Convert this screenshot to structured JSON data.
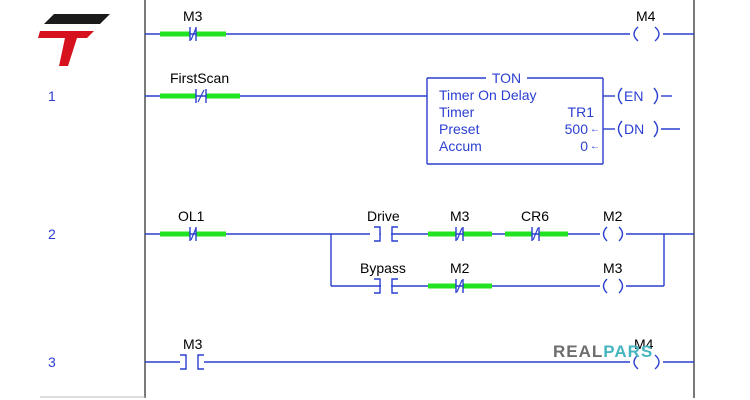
{
  "logo": {
    "name": "realpars-t-logo",
    "colors": {
      "red": "#d6121f",
      "dark": "#1a1a1a"
    }
  },
  "colors": {
    "energized": "#22e322",
    "wire": "#2b3fd0",
    "rail": "#7a7a7a",
    "text": "#000000"
  },
  "brand": {
    "part1": "REAL",
    "part2": "PARS"
  },
  "rungs": [
    {
      "number": "",
      "input": {
        "tag": "M3",
        "type": "XIO",
        "energized": true
      },
      "output": {
        "tag": "M4",
        "type": "OTE"
      }
    },
    {
      "number": "1",
      "input": {
        "tag": "FirstScan",
        "type": "XIO",
        "energized": true
      },
      "timer": {
        "header": "TON",
        "title": "Timer On Delay",
        "rows": [
          {
            "label": "Timer",
            "value": "TR1"
          },
          {
            "label": "Preset",
            "value": "500"
          },
          {
            "label": "Accum",
            "value": "0"
          }
        ],
        "outputs": [
          "EN",
          "DN"
        ]
      }
    },
    {
      "number": "2",
      "input": {
        "tag": "OL1",
        "type": "XIO",
        "energized": true
      },
      "branch_top": [
        {
          "tag": "Drive",
          "type": "XIC",
          "energized": false
        },
        {
          "tag": "M3",
          "type": "XIO",
          "energized": true
        },
        {
          "tag": "CR6",
          "type": "XIO",
          "energized": true
        }
      ],
      "branch_top_output": {
        "tag": "M2",
        "type": "OTE"
      },
      "branch_bottom": [
        {
          "tag": "Bypass",
          "type": "XIC",
          "energized": false
        },
        {
          "tag": "M2",
          "type": "XIO",
          "energized": true
        }
      ],
      "branch_bottom_output": {
        "tag": "M3",
        "type": "OTE"
      }
    },
    {
      "number": "3",
      "input": {
        "tag": "M3",
        "type": "XIC",
        "energized": false
      },
      "output": {
        "tag": "M4",
        "type": "OTE"
      }
    }
  ]
}
